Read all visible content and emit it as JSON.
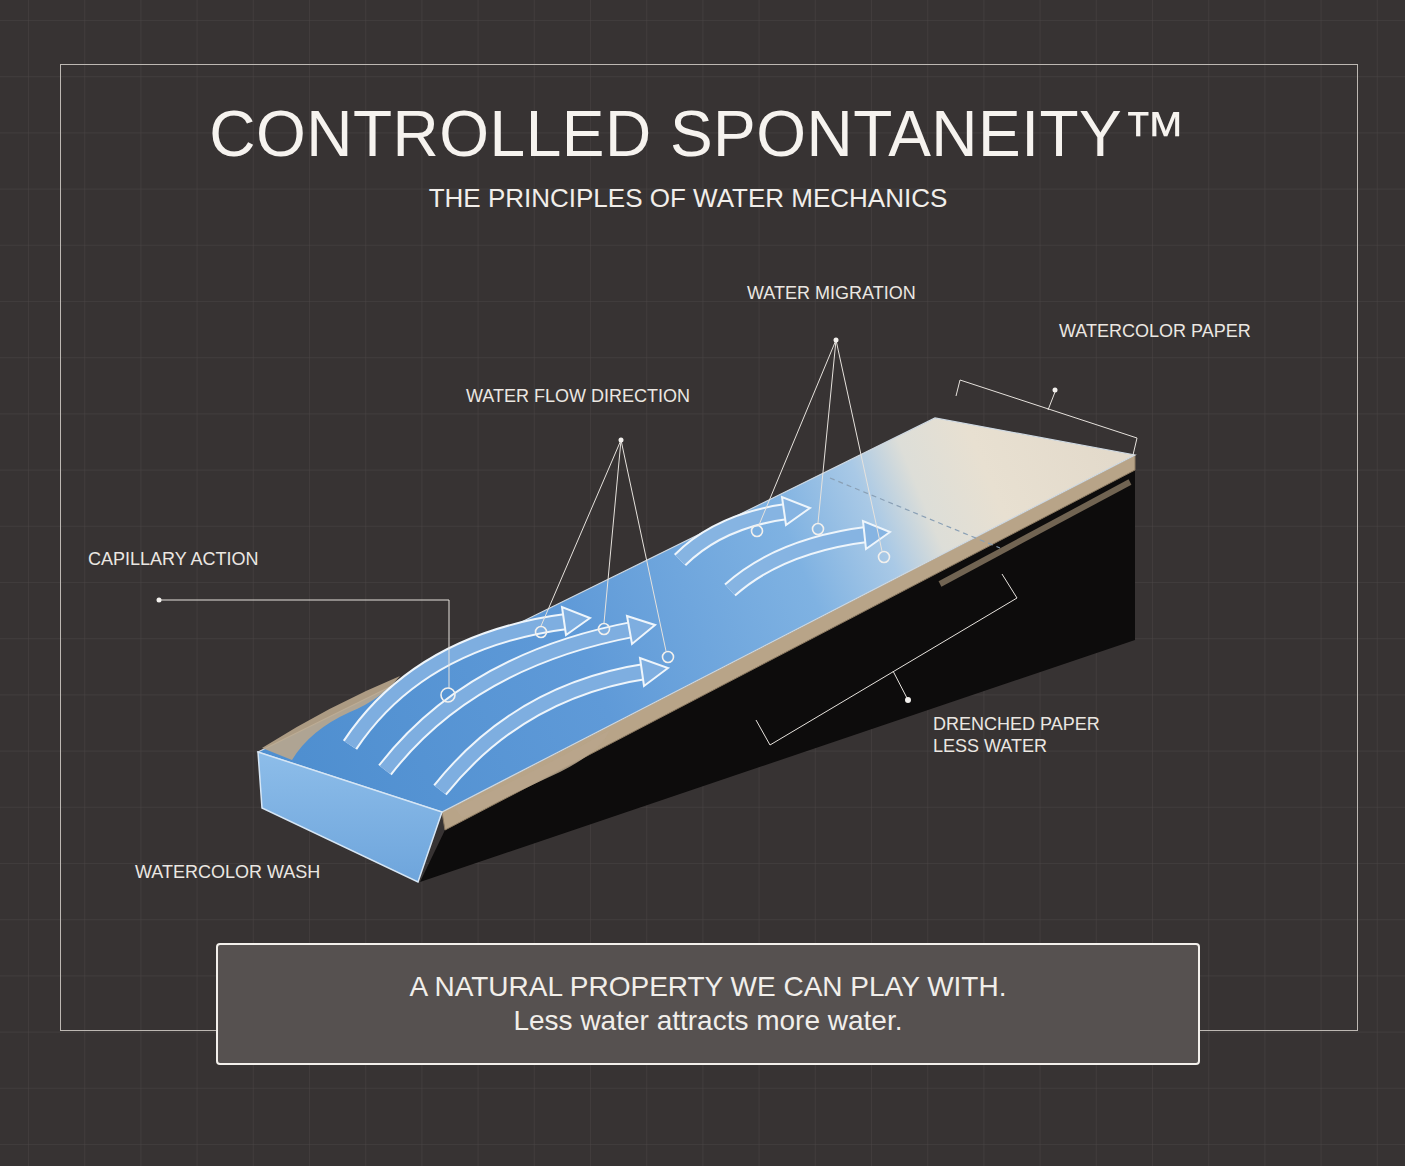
{
  "diagram": {
    "title": "CONTROLLED SPONTANEITY™",
    "nodes": [
      {
        "text": [
          "A NATURAL PROPERTY WE CAN PLAY WITH.",
          "Less water attracts more water."
        ]
      }
    ],
    "labels": [
      "THE PRINCIPLES OF WATER MECHANICS",
      "WATER MIGRATION",
      "WATERCOLOR PAPER",
      "WATER FLOW DIRECTION",
      "CAPILLARY ACTION",
      "DRENCHED PAPER LESS WATER",
      "WATERCOLOR WASH"
    ]
  }
}
